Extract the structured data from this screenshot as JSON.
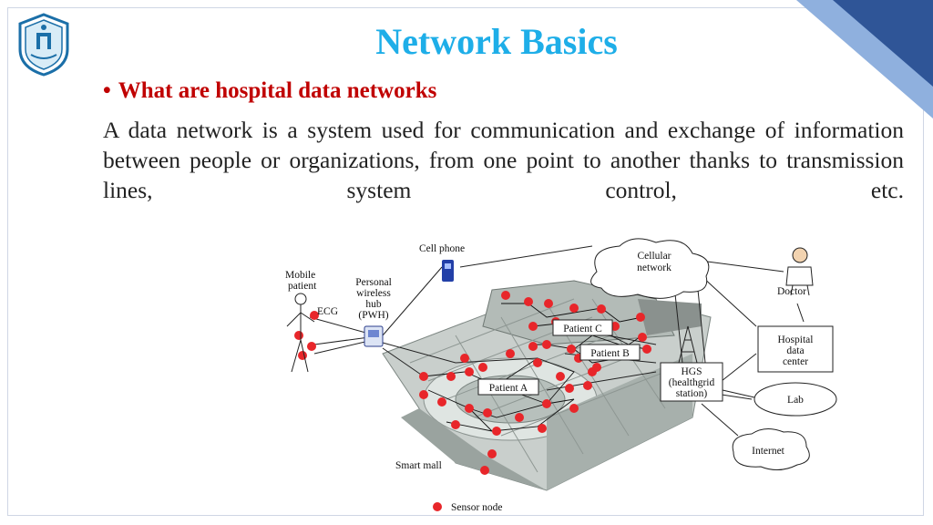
{
  "slide": {
    "title": "Network Basics",
    "bullet": "What are hospital data networks",
    "body": "A data network is a system used for communication and exchange of information between people or organizations, from one point to another thanks to transmission lines, system control, etc."
  },
  "diagram": {
    "cell_phone": "Cell phone",
    "cellular_network": [
      "Cellular",
      "network"
    ],
    "mobile_patient": [
      "Mobile",
      "patient"
    ],
    "ecg": "ECG",
    "pwh": [
      "Personal",
      "wireless",
      "hub",
      "(PWH)"
    ],
    "doctor": "Doctor",
    "hospital": [
      "Hospital",
      "data",
      "center"
    ],
    "hgs": [
      "HGS",
      "(healthgrid",
      "station)"
    ],
    "lab": "Lab",
    "internet": "Internet",
    "patient_a": "Patient A",
    "patient_b": "Patient B",
    "patient_c": "Patient C",
    "smart_mall": "Smart mall",
    "legend": "Sensor node"
  },
  "colors": {
    "title": "#1eaee8",
    "bullet": "#c00000",
    "sensor": "#e8262a",
    "corner_dark": "#2f5597",
    "corner_light": "#8fb0de"
  }
}
